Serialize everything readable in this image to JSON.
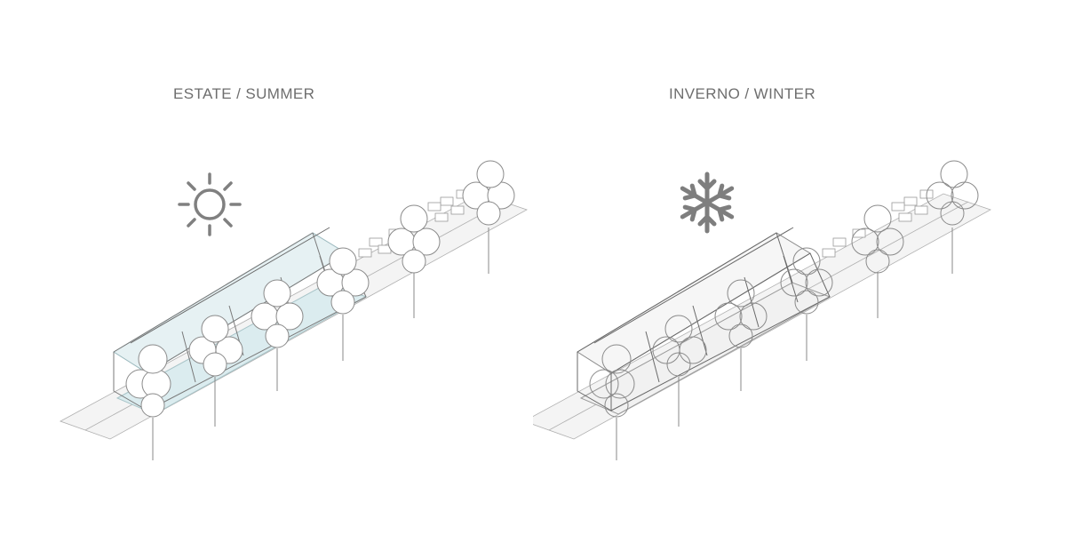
{
  "summer": {
    "title": "ESTATE / SUMMER",
    "icon": "sun-icon",
    "canopy": "full"
  },
  "winter": {
    "title": "INVERNO / WINTER",
    "icon": "snowflake-icon",
    "canopy": "bare"
  },
  "colors": {
    "line": "#8a8a8a",
    "icon": "#808080",
    "glass_tint": "#d9ebee",
    "ground": "#f2f2f2"
  }
}
